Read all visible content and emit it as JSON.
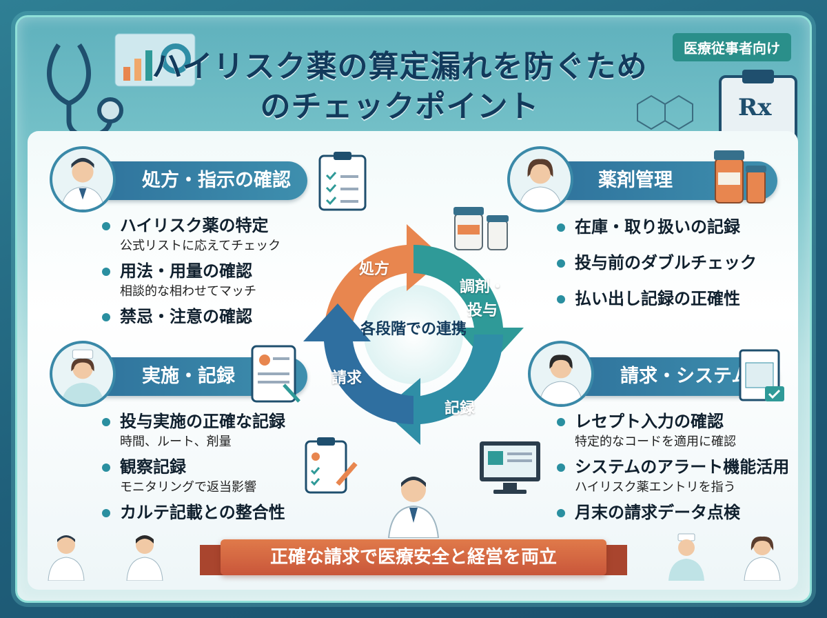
{
  "title": "ハイリスク薬の算定漏れを防ぐためのチェックポイント",
  "tag": "医療従事者向け",
  "sections": {
    "prescription": {
      "header": "処方・指示の確認",
      "items": [
        {
          "main": "ハイリスク薬の特定",
          "sub": "公式リストに応えてチェック"
        },
        {
          "main": "用法・用量の確認",
          "sub": "相談的な相わせてマッチ"
        },
        {
          "main": "禁忌・注意の確認",
          "sub": ""
        }
      ]
    },
    "drug_management": {
      "header": "薬剤管理",
      "items": [
        {
          "main": "在庫・取り扱いの記録"
        },
        {
          "main": "投与前のダブルチェック"
        },
        {
          "main": "払い出し記録の正確性"
        }
      ]
    },
    "administration": {
      "header": "実施・記録",
      "items": [
        {
          "main": "投与実施の正確な記録",
          "sub": "時間、ルート、剤量"
        },
        {
          "main": "観察記録",
          "sub": "モニタリングで返当影響"
        },
        {
          "main": "カルテ記載との整合性",
          "sub": ""
        }
      ]
    },
    "billing": {
      "header": "請求・システム",
      "items": [
        {
          "main": "レセプト入力の確認",
          "sub": "特定的なコードを適用に確認"
        },
        {
          "main": "システムのアラート機能活用",
          "sub": "ハイリスク薬エントリを指う"
        },
        {
          "main": "月末の請求データ点検",
          "sub": ""
        }
      ]
    }
  },
  "cycle": {
    "center": "各段階での連携",
    "steps": [
      "処方",
      "調剤・投与",
      "記録",
      "請求"
    ],
    "colors": [
      "#e8864f",
      "#2f9a98",
      "#2f8ea6",
      "#2f6fa0"
    ]
  },
  "banner": "正確な請求で医療安全と経営を両立"
}
